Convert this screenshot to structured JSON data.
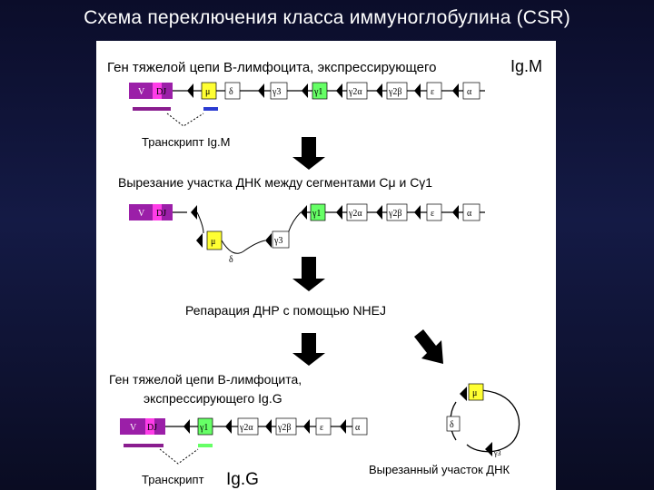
{
  "slide": {
    "title": "Схема переключения класса иммуноглобулина (CSR)"
  },
  "diagram": {
    "gene_heading": "Ген тяжелой цепи В-лимфоцита, экспрессирующего",
    "igm_label": "Ig.M",
    "transcript_igm": "Транскрипт Ig.M",
    "step_excision": "Вырезание участка ДНК между сегментами Сμ и Сγ1",
    "step_repair": "Репарация ДНР с помощью NHEJ",
    "igg_heading_line1": "Ген тяжелой цепи В-лимфоцита,",
    "igg_heading_line2": "экспрессирующего  Ig.G",
    "transcript_igg_prefix": "Транскрипт",
    "igg_label": "Ig.G",
    "excised_label": "Вырезанный участок ДНК",
    "segments": {
      "v": "V",
      "dj": "DJ",
      "mu": "μ",
      "delta": "δ",
      "g3": "γ3",
      "g1": "γ1",
      "g2a": "γ2α",
      "g2b": "γ2β",
      "eps": "ε",
      "alpha": "α"
    },
    "colors": {
      "v_region": "#9b1fa8",
      "dj_region": "#ff3de8",
      "mu": "#ffff33",
      "g1": "#66ff66",
      "transcript_mu_bar": "#2b3bd1",
      "transcript_g1_bar": "#66ff66",
      "transcript_vdj_bar": "#8a1d8f"
    }
  }
}
